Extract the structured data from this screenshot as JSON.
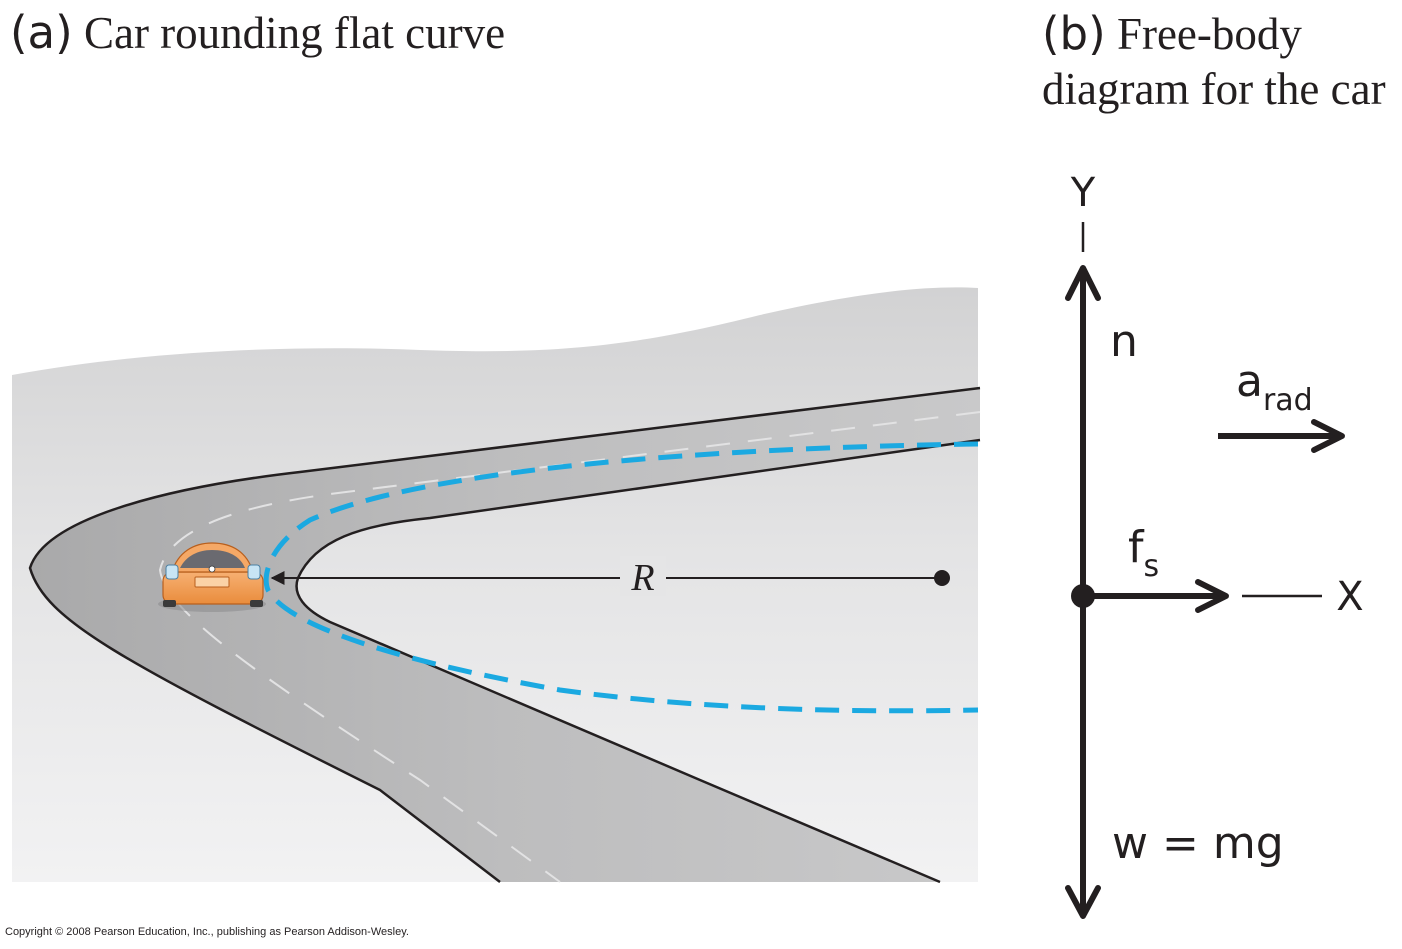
{
  "panel_a": {
    "letter": "(a)",
    "title": "Car rounding flat curve",
    "radius_label": "R"
  },
  "panel_b": {
    "letter": "(b)",
    "title_line1": "Free-body",
    "title_line2": "diagram for the car",
    "y_axis_label": "Y",
    "x_axis_label": "X",
    "normal_force_label": "n",
    "friction_label": "f",
    "friction_subscript": "s",
    "accel_label": "a",
    "accel_subscript": "rad",
    "weight_label": "w = mg"
  },
  "copyright": "Copyright © 2008 Pearson Education, Inc., publishing as Pearson Addison-Wesley.",
  "colors": {
    "path": "#1ba9e1",
    "ink": "#231f20",
    "car": "#f39a4c",
    "road": "#b4b4b5",
    "ground": "#e6e6e7"
  }
}
